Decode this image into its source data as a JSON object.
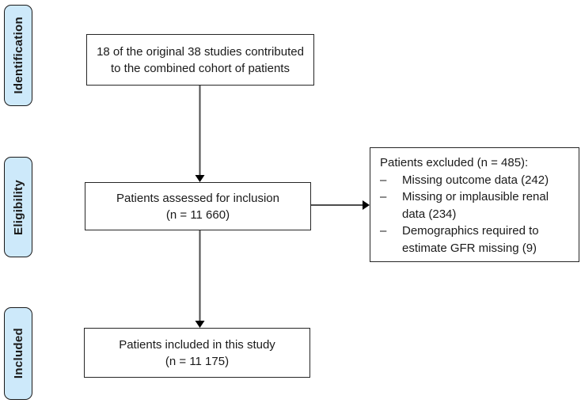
{
  "stages": {
    "identification": "Identification",
    "eligibility": "Eligibility",
    "included": "Included"
  },
  "boxes": {
    "identification": {
      "line1": "18 of the original 38 studies contributed",
      "line2": "to the combined cohort of patients"
    },
    "eligibility": {
      "line1": "Patients assessed for inclusion",
      "line2": "(n = 11 660)"
    },
    "excluded": {
      "title": "Patients excluded (n = 485):",
      "bullet": "–",
      "items": [
        "Missing outcome data (242)",
        "Missing or implausible renal data (234)",
        "Demographics required to estimate GFR missing (9)"
      ]
    },
    "included": {
      "line1": "Patients included in this study",
      "line2": "(n = 11 175)"
    }
  },
  "colors": {
    "stage-fill": "#cde9fa",
    "stage-border": "#1a1a1a",
    "box-border": "#262626",
    "connector": "#4d4d4d",
    "arrowhead": "#000000",
    "text": "#1a1a1a"
  }
}
